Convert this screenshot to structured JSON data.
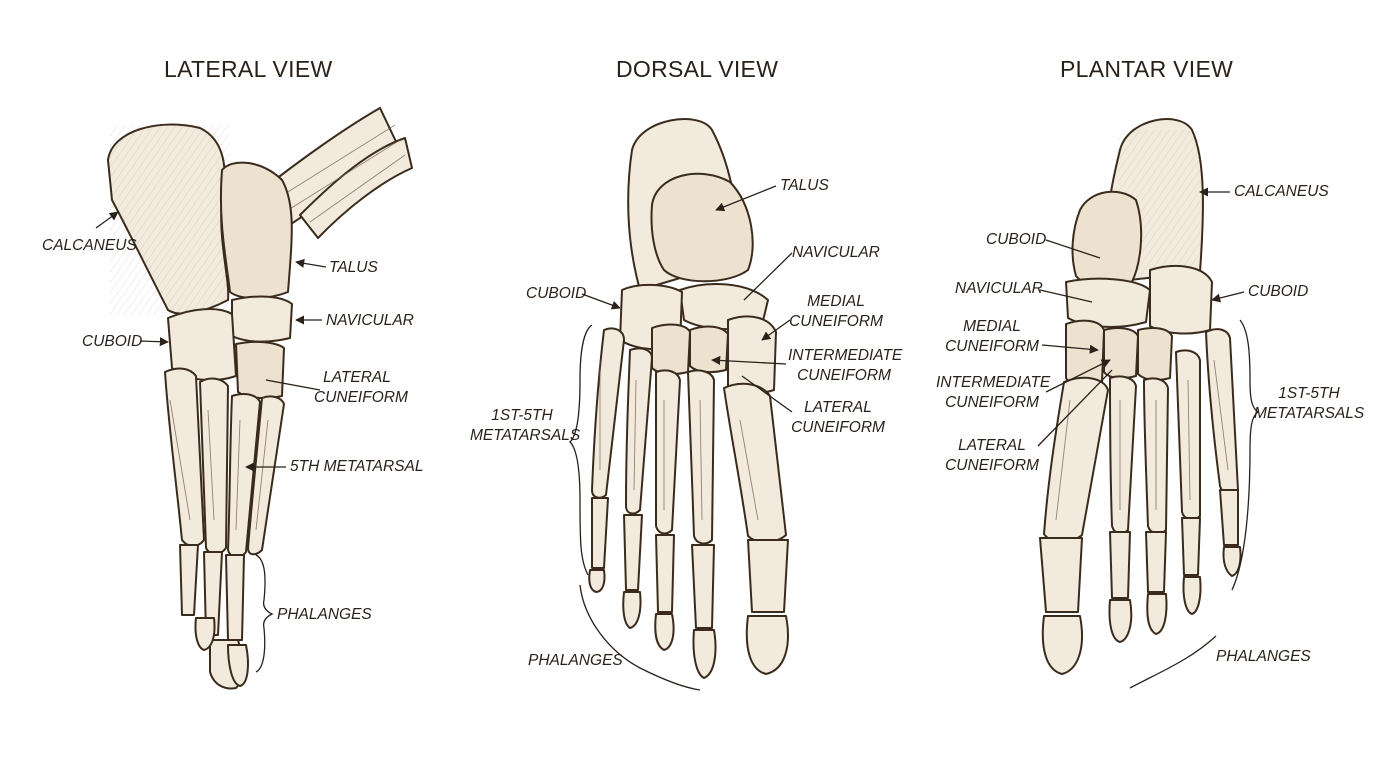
{
  "views": {
    "lateral": {
      "title": "LATERAL VIEW",
      "labels": {
        "calcaneus": "CALCANEUS",
        "talus": "TALUS",
        "navicular": "NAVICULAR",
        "cuboid": "CUBOID",
        "lateral_cuneiform_1": "LATERAL",
        "lateral_cuneiform_2": "CUNEIFORM",
        "fifth_metatarsal": "5TH METATARSAL",
        "phalanges": "PHALANGES"
      }
    },
    "dorsal": {
      "title": "DORSAL VIEW",
      "labels": {
        "talus": "TALUS",
        "navicular": "NAVICULAR",
        "cuboid": "CUBOID",
        "medial_cuneiform_1": "MEDIAL",
        "medial_cuneiform_2": "CUNEIFORM",
        "intermediate_cuneiform_1": "INTERMEDIATE",
        "intermediate_cuneiform_2": "CUNEIFORM",
        "lateral_cuneiform_1": "LATERAL",
        "lateral_cuneiform_2": "CUNEIFORM",
        "metatarsals_1": "1ST-5TH",
        "metatarsals_2": "METATARSALS",
        "phalanges": "PHALANGES"
      }
    },
    "plantar": {
      "title": "PLANTAR VIEW",
      "labels": {
        "calcaneus": "CALCANEUS",
        "cuboid_left": "CUBOID",
        "cuboid_right": "CUBOID",
        "navicular": "NAVICULAR",
        "medial_cuneiform_1": "MEDIAL",
        "medial_cuneiform_2": "CUNEIFORM",
        "intermediate_cuneiform_1": "INTERMEDIATE",
        "intermediate_cuneiform_2": "CUNEIFORM",
        "lateral_cuneiform_1": "LATERAL",
        "lateral_cuneiform_2": "CUNEIFORM",
        "metatarsals_1": "1ST-5TH",
        "metatarsals_2": "METATARSALS",
        "phalanges": "PHALANGES"
      }
    }
  },
  "colors": {
    "bone_fill": "#f2eadc",
    "ink": "#3b2b1d",
    "background": "#ffffff"
  }
}
